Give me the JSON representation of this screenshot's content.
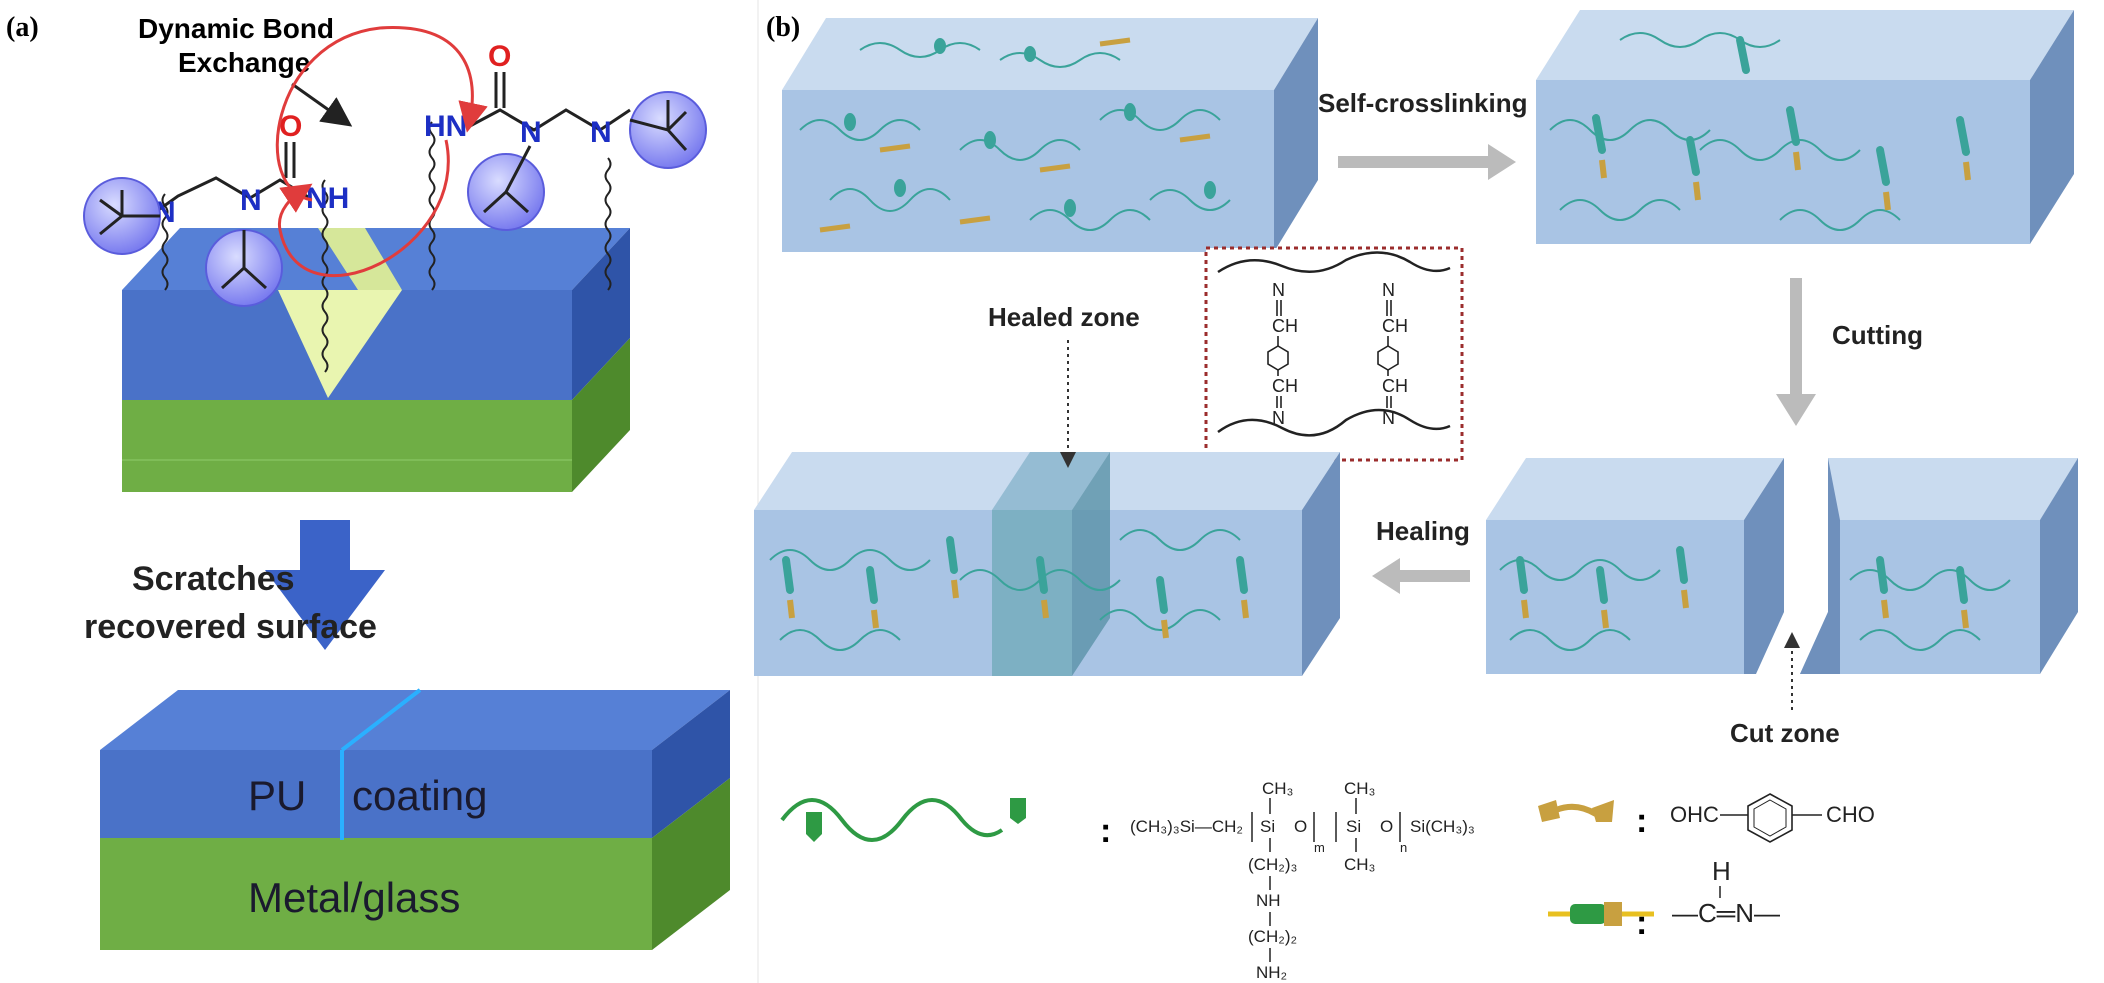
{
  "panel_a": {
    "label": "(a)",
    "title_line1": "Dynamic Bond",
    "title_line2": "Exchange",
    "atoms": {
      "N": "N",
      "O": "O",
      "NH": "NH",
      "HN": "HN"
    },
    "scratch_line1": "Scratches",
    "scratch_line2": "recovered surface",
    "layer_top": "PU coating",
    "layer_top_a": "PU",
    "layer_top_b": "coating",
    "layer_bottom": "Metal/glass"
  },
  "panel_b": {
    "label": "(b)",
    "step_crosslink": "Self-crosslinking",
    "step_cutting": "Cutting",
    "step_healing": "Healing",
    "healed_zone": "Healed zone",
    "cut_zone": "Cut zone",
    "inset": {
      "N": "N",
      "CH": "CH"
    },
    "legend": {
      "colon": ":",
      "poly_left": "(CH₃)₃Si—CH₂",
      "si": "Si",
      "o": "O",
      "ch3": "CH₃",
      "m": "m",
      "n": "n",
      "poly_right": "Si(CH₃)₃",
      "side_1": "(CH₂)₃",
      "side_nh": "NH",
      "side_2": "(CH₂)₂",
      "side_nh2": "NH₂",
      "aldehyde_left": "OHC",
      "aldehyde_right": "CHO",
      "imine_h": "H",
      "imine": "—C═N—"
    }
  },
  "colors": {
    "pu_blue": "#4a72c8",
    "metal_green": "#6fae45",
    "block_blue": "#a9c4e4",
    "tbu_purple": "#8c8cf2",
    "arrow_red": "#e03c3c",
    "chain_teal": "#3aa39a",
    "crosslinker_gold": "#c8a040",
    "arrow_gray": "#bbbbbb"
  }
}
